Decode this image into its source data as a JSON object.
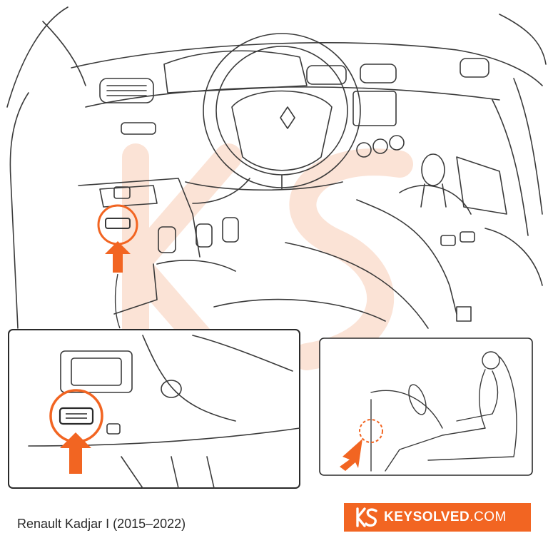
{
  "caption": "Renault Kadjar I (2015–2022)",
  "brand": {
    "name_strong": "KEYSOLVED",
    "name_suffix": ".COM"
  },
  "icons": [
    "ks-logo-icon",
    "arrow-up-icon",
    "obd-port-icon",
    "steering-wheel-icon",
    "gear-shifter-icon",
    "seated-driver-icon"
  ],
  "colors": {
    "accent": "#f26522",
    "line": "#3a3a3a",
    "watermark": "#fbe3d6",
    "caption": "#2a2a2a",
    "background": "#ffffff"
  }
}
